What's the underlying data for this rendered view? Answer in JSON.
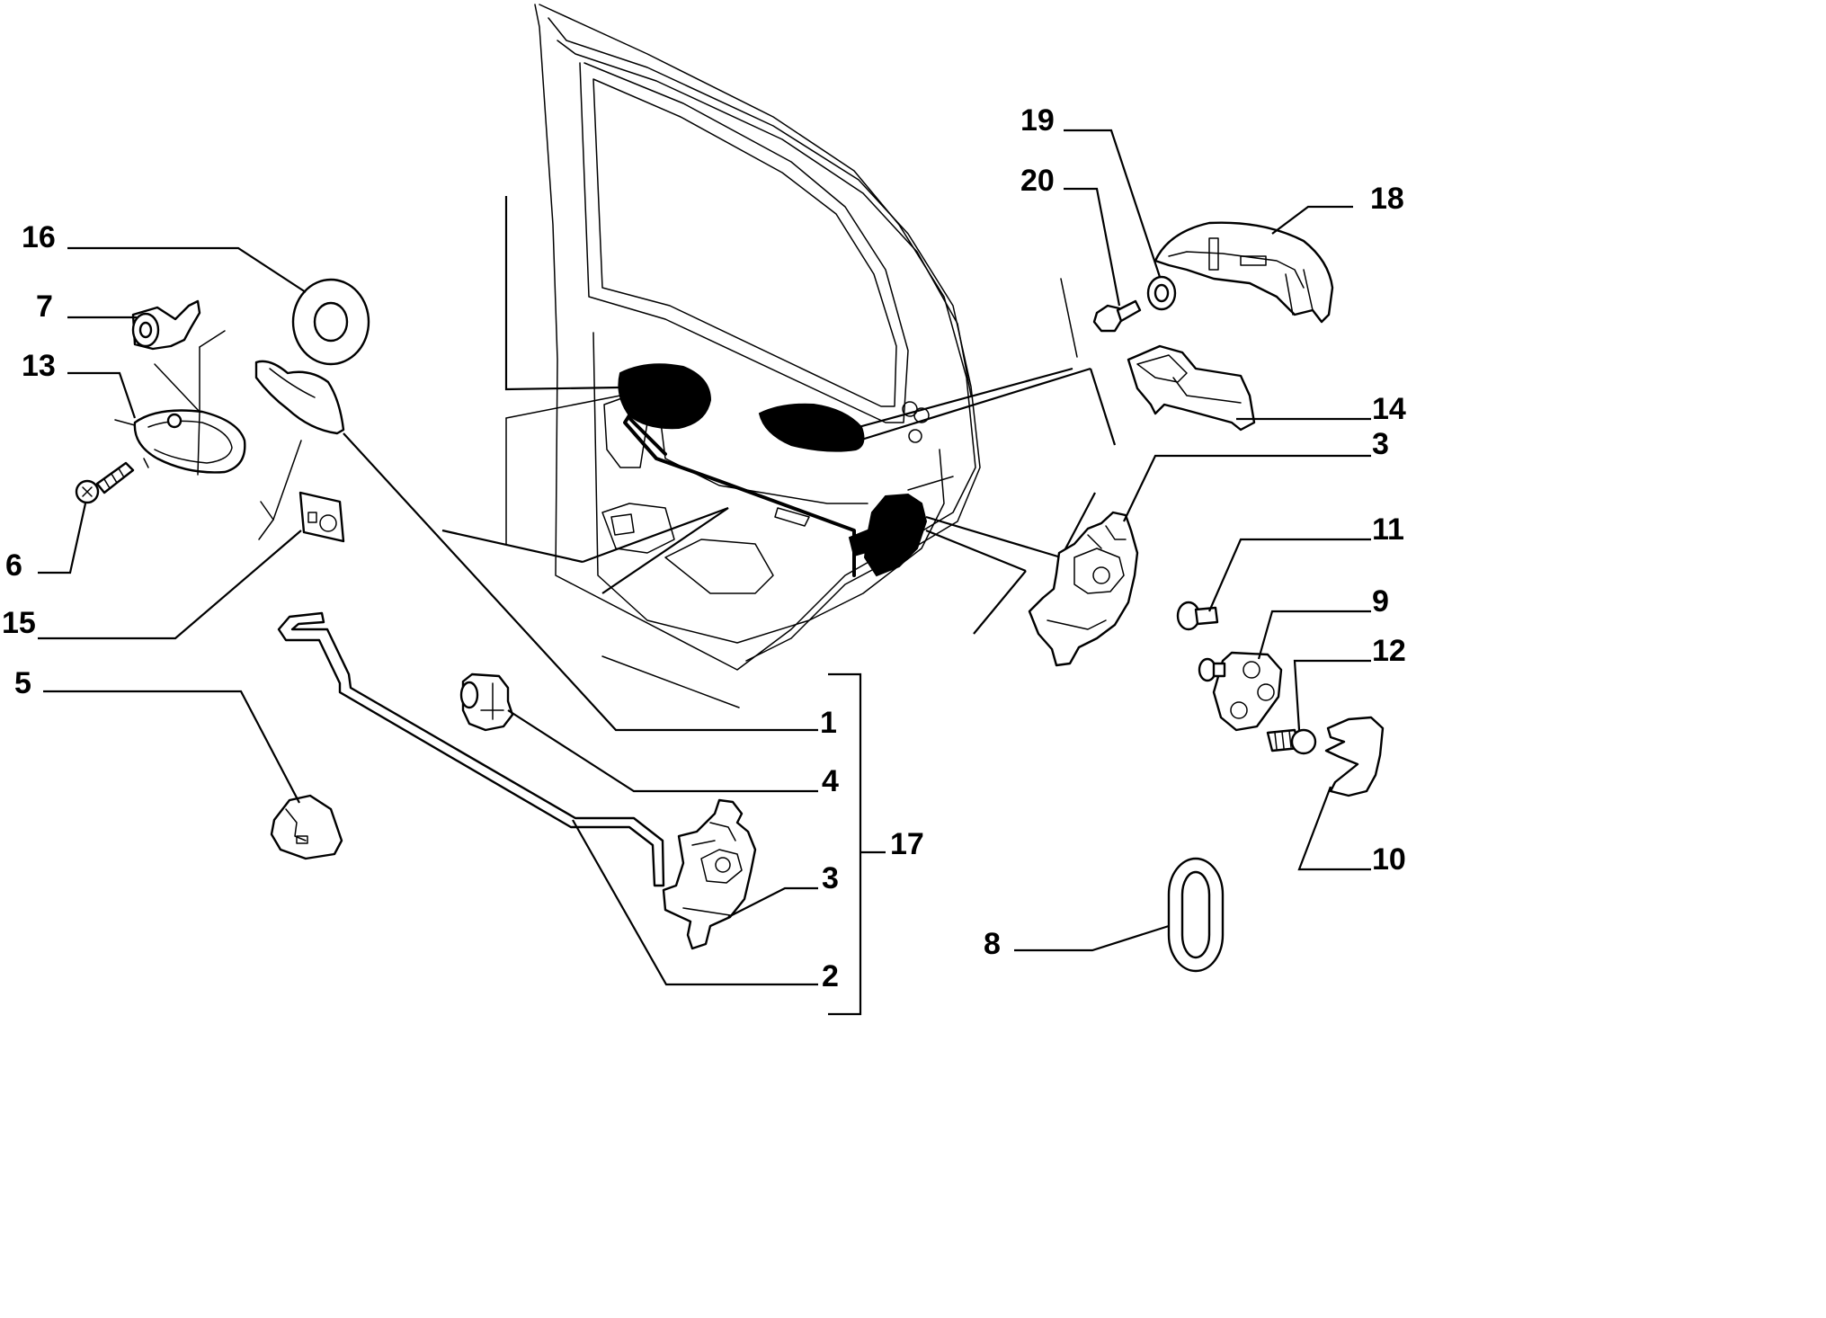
{
  "callouts": [
    {
      "id": "c1",
      "text": "1"
    },
    {
      "id": "c2",
      "text": "2"
    },
    {
      "id": "c3a",
      "text": "3"
    },
    {
      "id": "c3b",
      "text": "3"
    },
    {
      "id": "c4",
      "text": "4"
    },
    {
      "id": "c5",
      "text": "5"
    },
    {
      "id": "c6",
      "text": "6"
    },
    {
      "id": "c7",
      "text": "7"
    },
    {
      "id": "c8",
      "text": "8"
    },
    {
      "id": "c9",
      "text": "9"
    },
    {
      "id": "c10",
      "text": "10"
    },
    {
      "id": "c11",
      "text": "11"
    },
    {
      "id": "c12",
      "text": "12"
    },
    {
      "id": "c13",
      "text": "13"
    },
    {
      "id": "c14",
      "text": "14"
    },
    {
      "id": "c15",
      "text": "15"
    },
    {
      "id": "c16",
      "text": "16"
    },
    {
      "id": "c17",
      "text": "17"
    },
    {
      "id": "c18",
      "text": "18"
    },
    {
      "id": "c19",
      "text": "19"
    },
    {
      "id": "c20",
      "text": "20"
    }
  ]
}
